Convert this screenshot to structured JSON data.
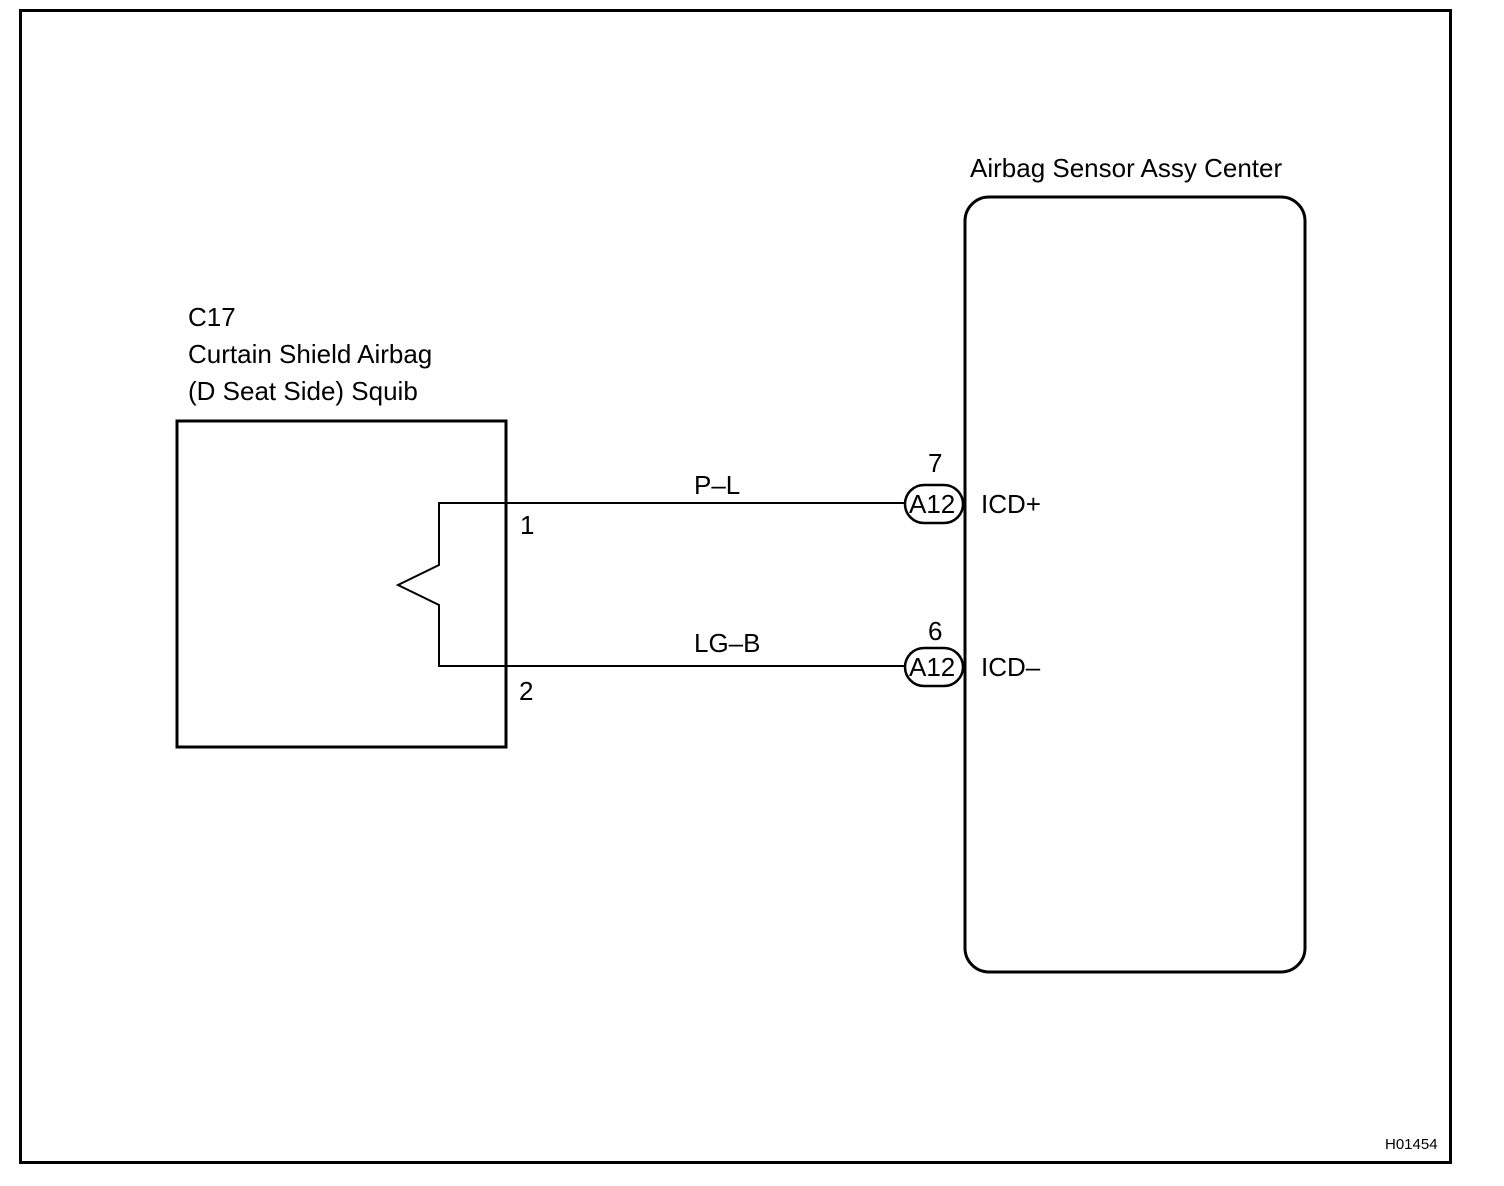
{
  "squib": {
    "connector_code": "C17",
    "name_line1": "Curtain Shield Airbag",
    "name_line2": "(D Seat Side) Squib",
    "pin1": "1",
    "pin2": "2"
  },
  "ecu": {
    "name": "Airbag Sensor Assy Center",
    "terminals": [
      {
        "pin": "7",
        "connector": "A12",
        "signal": "ICD+",
        "wire_color": "P–L"
      },
      {
        "pin": "6",
        "connector": "A12",
        "signal": "ICD–",
        "wire_color": "LG–B"
      }
    ]
  },
  "figure_code": "H01454"
}
